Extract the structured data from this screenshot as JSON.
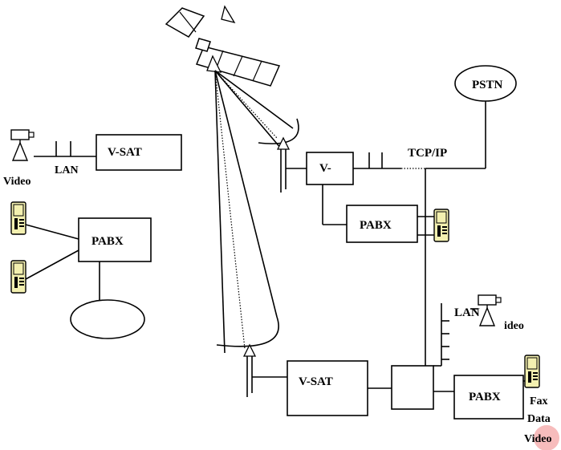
{
  "labels": {
    "video_left": "Video",
    "lan_left": "LAN",
    "vsat_left": "V-SAT",
    "pabx_left": "PABX",
    "pstn": "PSTN",
    "tcpip": "TCP/IP",
    "vsat_top_right": "V-",
    "pabx_top_right": "PABX",
    "lan_right": "LAN",
    "video_right": "ideo",
    "vsat_bottom": "V-SAT",
    "pabx_bottom_right": "PABX",
    "fax": "Fax",
    "data": "Data",
    "video_bottom": "Video"
  },
  "icons": {
    "satellite": "satellite-icon",
    "camera": "video-camera-icon",
    "phone": "telephone-icon",
    "dish": "satellite-dish-icon"
  },
  "colors": {
    "line": "#000000",
    "phone_fill": "#f3f0b0",
    "highlight": "#f4a5a5"
  }
}
